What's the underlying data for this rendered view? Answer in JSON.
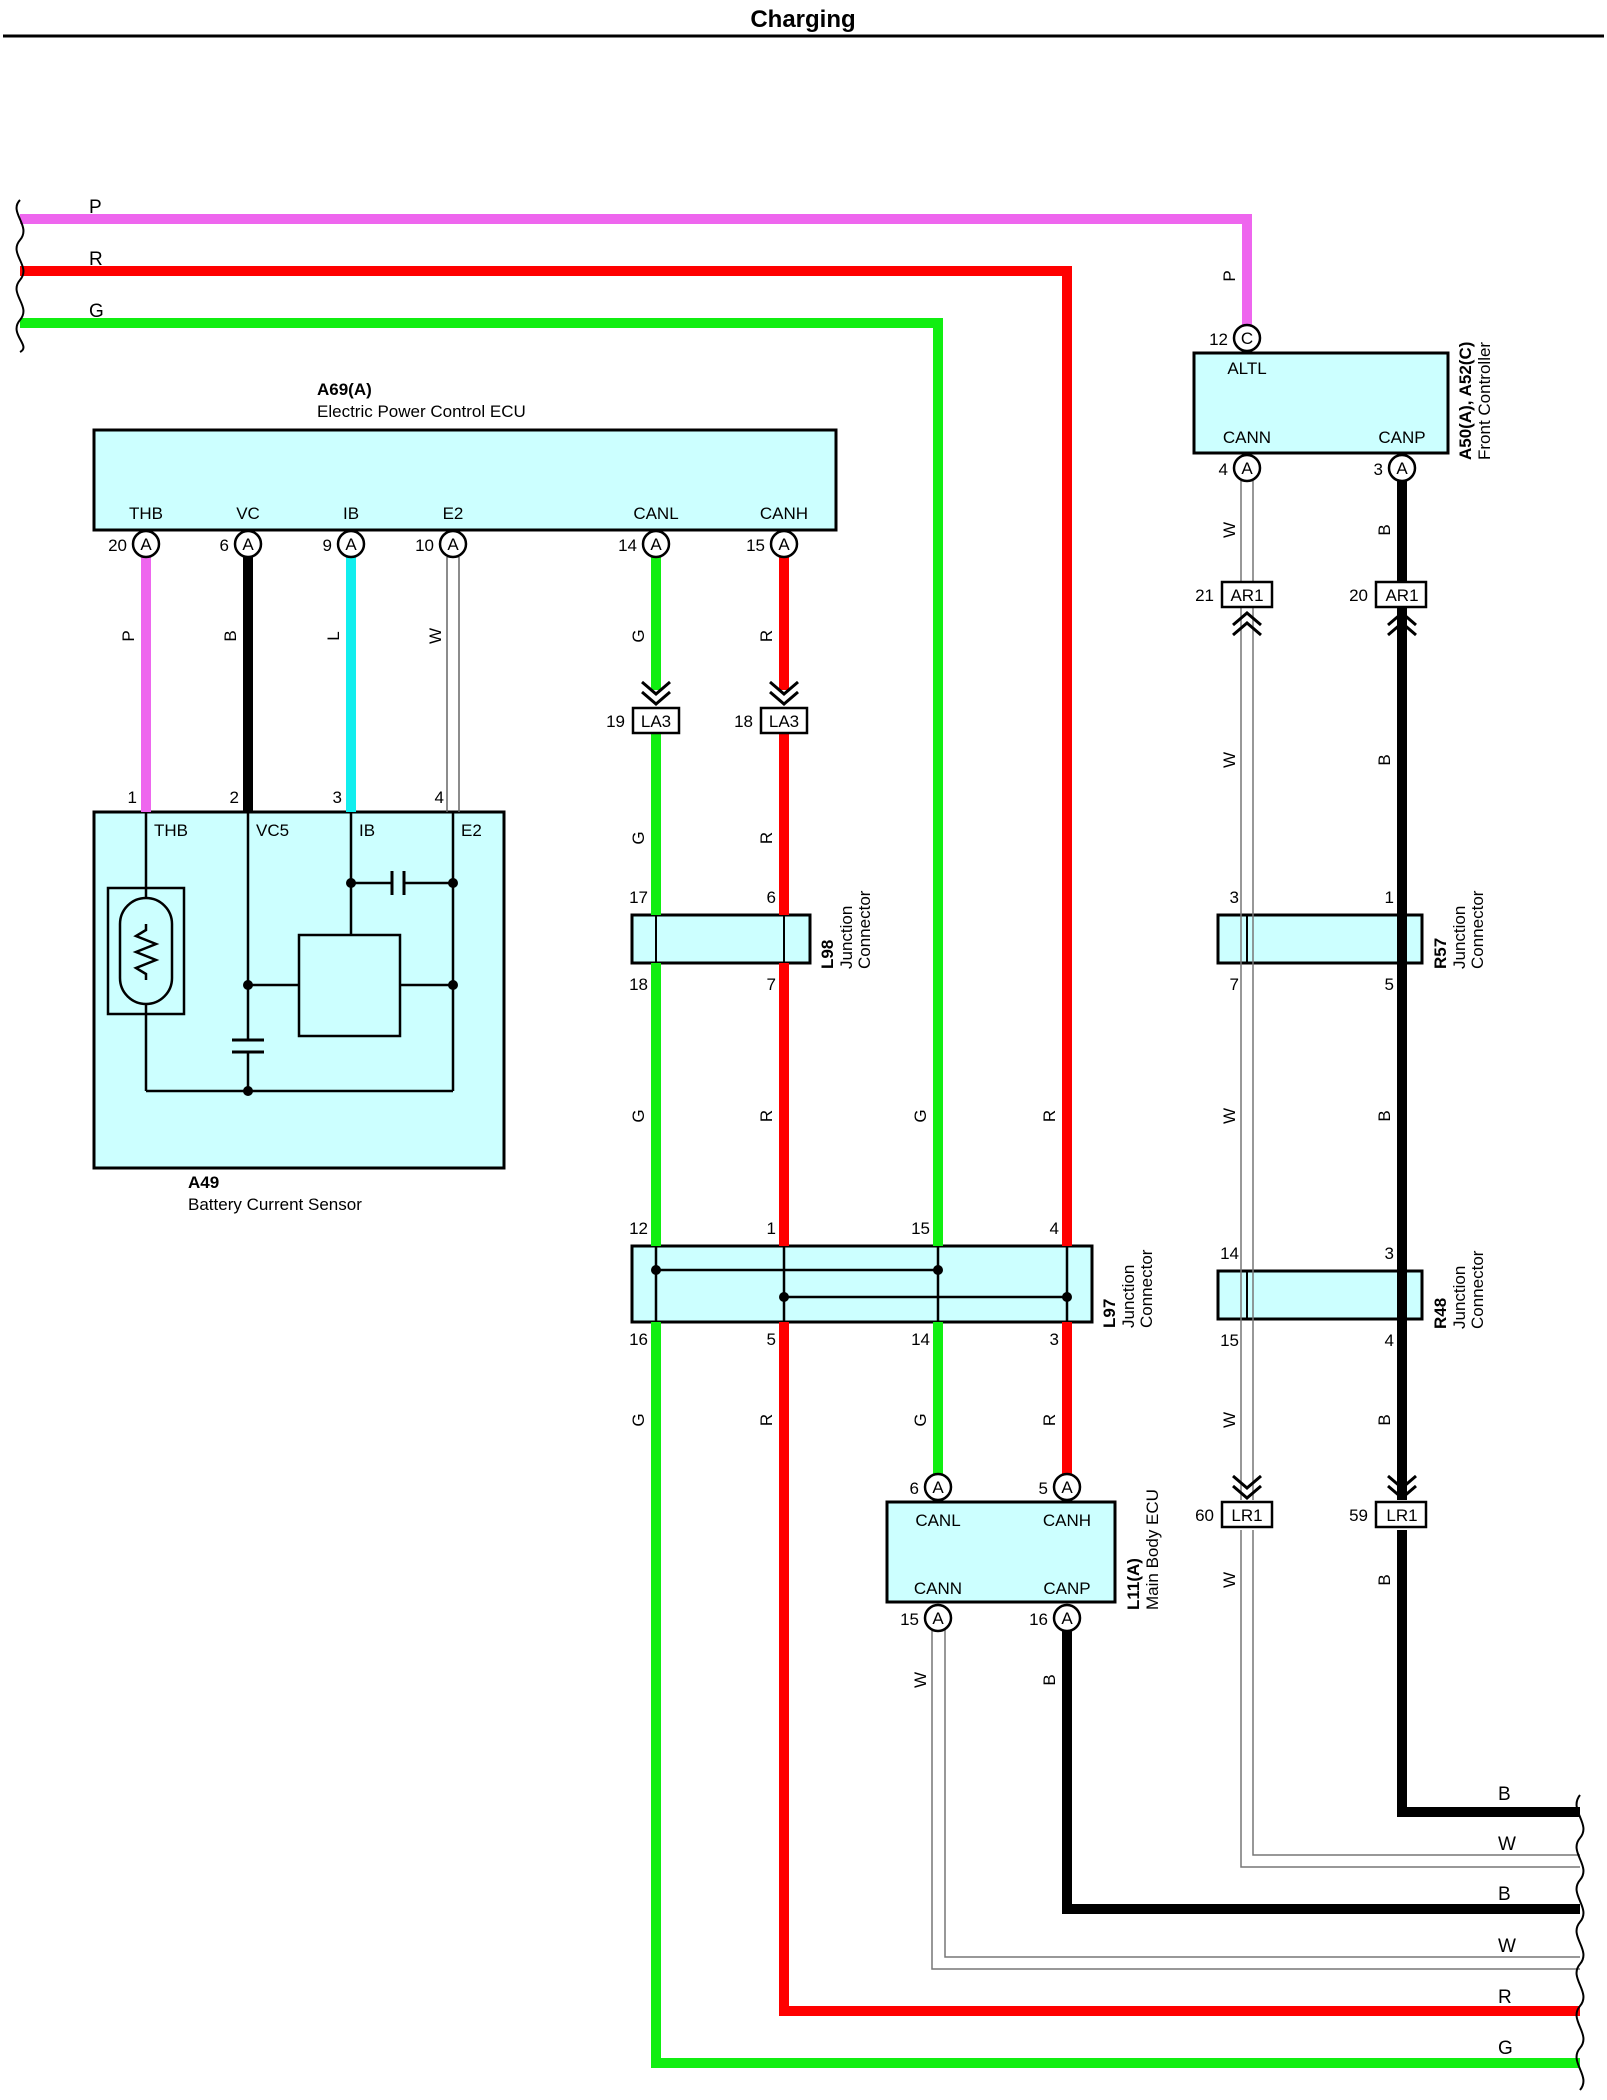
{
  "title": "Charging",
  "colors": {
    "pink": "#ee66ee",
    "red": "#ff0000",
    "green": "#11ee11",
    "black": "#000000",
    "cyan": "#11eeee",
    "white_wire": "#888888",
    "box_fill": "#ccffff"
  },
  "wires_top": {
    "p": "P",
    "r": "R",
    "g": "G"
  },
  "ecu_a69": {
    "id": "A69(A)",
    "name": "Electric Power Control ECU",
    "pins": [
      {
        "label": "THB",
        "num": "20",
        "conn": "A",
        "wire": "P"
      },
      {
        "label": "VC",
        "num": "6",
        "conn": "A",
        "wire": "B"
      },
      {
        "label": "IB",
        "num": "9",
        "conn": "A",
        "wire": "L"
      },
      {
        "label": "E2",
        "num": "10",
        "conn": "A",
        "wire": "W"
      },
      {
        "label": "CANL",
        "num": "14",
        "conn": "A",
        "wire": "G"
      },
      {
        "label": "CANH",
        "num": "15",
        "conn": "A",
        "wire": "R"
      }
    ]
  },
  "sensor_a49": {
    "id": "A49",
    "name": "Battery Current Sensor",
    "pins": [
      {
        "num": "1",
        "label": "THB"
      },
      {
        "num": "2",
        "label": "VC5"
      },
      {
        "num": "3",
        "label": "IB"
      },
      {
        "num": "4",
        "label": "E2"
      }
    ]
  },
  "la3": {
    "name": "LA3",
    "pins": [
      {
        "num": "19"
      },
      {
        "num": "18"
      }
    ],
    "wires_below": [
      "G",
      "R"
    ]
  },
  "l98": {
    "id": "L98",
    "line1": "Junction",
    "line2": "Connector",
    "pins_top": [
      "17",
      "6"
    ],
    "pins_bottom": [
      "18",
      "7"
    ],
    "wires_below": [
      "G",
      "R"
    ]
  },
  "mid_wires": [
    "G",
    "R"
  ],
  "l97": {
    "id": "L97",
    "line1": "Junction",
    "line2": "Connector",
    "pins_top": [
      "12",
      "1",
      "15",
      "4"
    ],
    "pins_bottom": [
      "16",
      "5",
      "14",
      "3"
    ],
    "wires_below": [
      "G",
      "R",
      "G",
      "R"
    ]
  },
  "ecu_l11": {
    "id": "L11(A)",
    "name": "Main Body ECU",
    "top_pins": [
      {
        "label": "CANL",
        "num": "6",
        "conn": "A"
      },
      {
        "label": "CANH",
        "num": "5",
        "conn": "A"
      }
    ],
    "bottom_pins": [
      {
        "label": "CANN",
        "num": "15",
        "conn": "A",
        "wire": "W"
      },
      {
        "label": "CANP",
        "num": "16",
        "conn": "A",
        "wire": "B"
      }
    ]
  },
  "ecu_a50": {
    "id": "A50(A), A52(C)",
    "name": "Front Controller",
    "top_pin": {
      "label": "ALTL",
      "num": "12",
      "conn": "C",
      "wire": "P"
    },
    "bottom_pins": [
      {
        "label": "CANN",
        "num": "4",
        "conn": "A",
        "wire": "W"
      },
      {
        "label": "CANP",
        "num": "3",
        "conn": "A",
        "wire": "B"
      }
    ]
  },
  "ar1": {
    "name": "AR1",
    "pins": [
      {
        "num": "21"
      },
      {
        "num": "20"
      }
    ],
    "wires_below": [
      "W",
      "B"
    ]
  },
  "r57": {
    "id": "R57",
    "line1": "Junction",
    "line2": "Connector",
    "pins_top": [
      "3",
      "1"
    ],
    "pins_bottom": [
      "7",
      "5"
    ],
    "wires_below": [
      "W",
      "B"
    ]
  },
  "r48": {
    "id": "R48",
    "line1": "Junction",
    "line2": "Connector",
    "pins_top": [
      "14",
      "3"
    ],
    "pins_bottom": [
      "15",
      "4"
    ],
    "wires_below": [
      "W",
      "B"
    ]
  },
  "lr1": {
    "name": "LR1",
    "pins": [
      {
        "num": "60"
      },
      {
        "num": "59"
      }
    ],
    "wires_below": [
      "W",
      "B"
    ]
  },
  "wires_right": [
    "B",
    "W",
    "B",
    "W",
    "R",
    "G"
  ]
}
